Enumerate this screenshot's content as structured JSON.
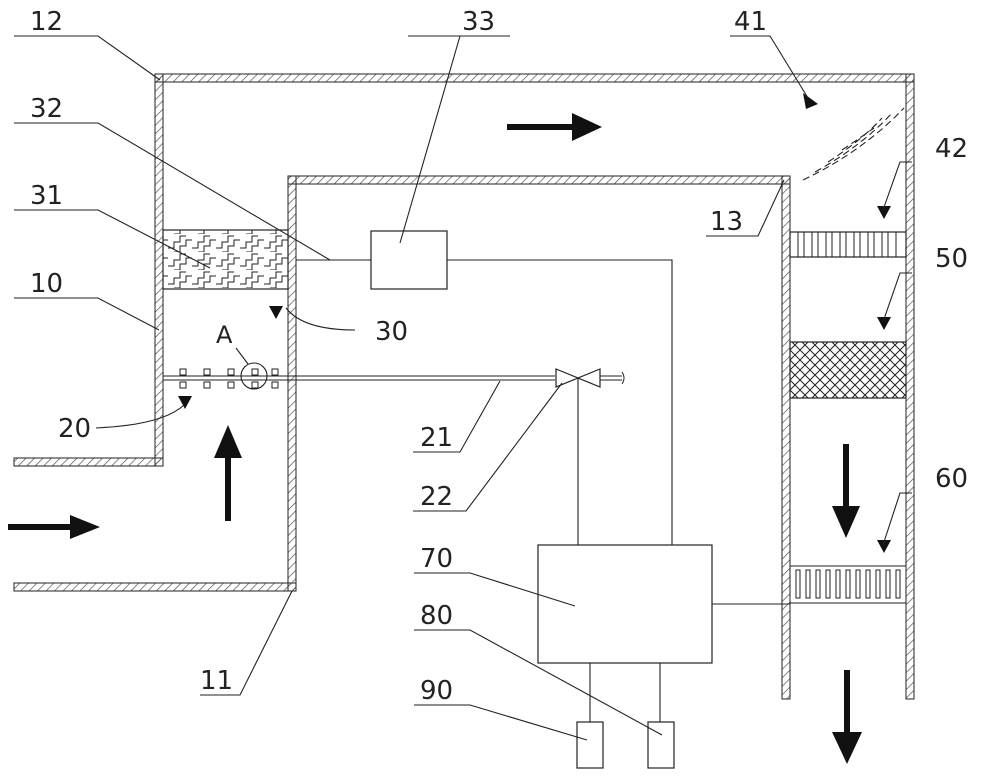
{
  "labels": {
    "l10": "10",
    "l11": "11",
    "l12": "12",
    "l13": "13",
    "l20": "20",
    "l21": "21",
    "l22": "22",
    "l30": "30",
    "l31": "31",
    "l32": "32",
    "l33": "33",
    "l41": "41",
    "l42": "42",
    "l50": "50",
    "l60": "60",
    "l70": "70",
    "l80": "80",
    "l90": "90",
    "detailA": "A"
  },
  "colors": {
    "line": "#222222",
    "hatch": "#555555",
    "background": "#ffffff"
  }
}
